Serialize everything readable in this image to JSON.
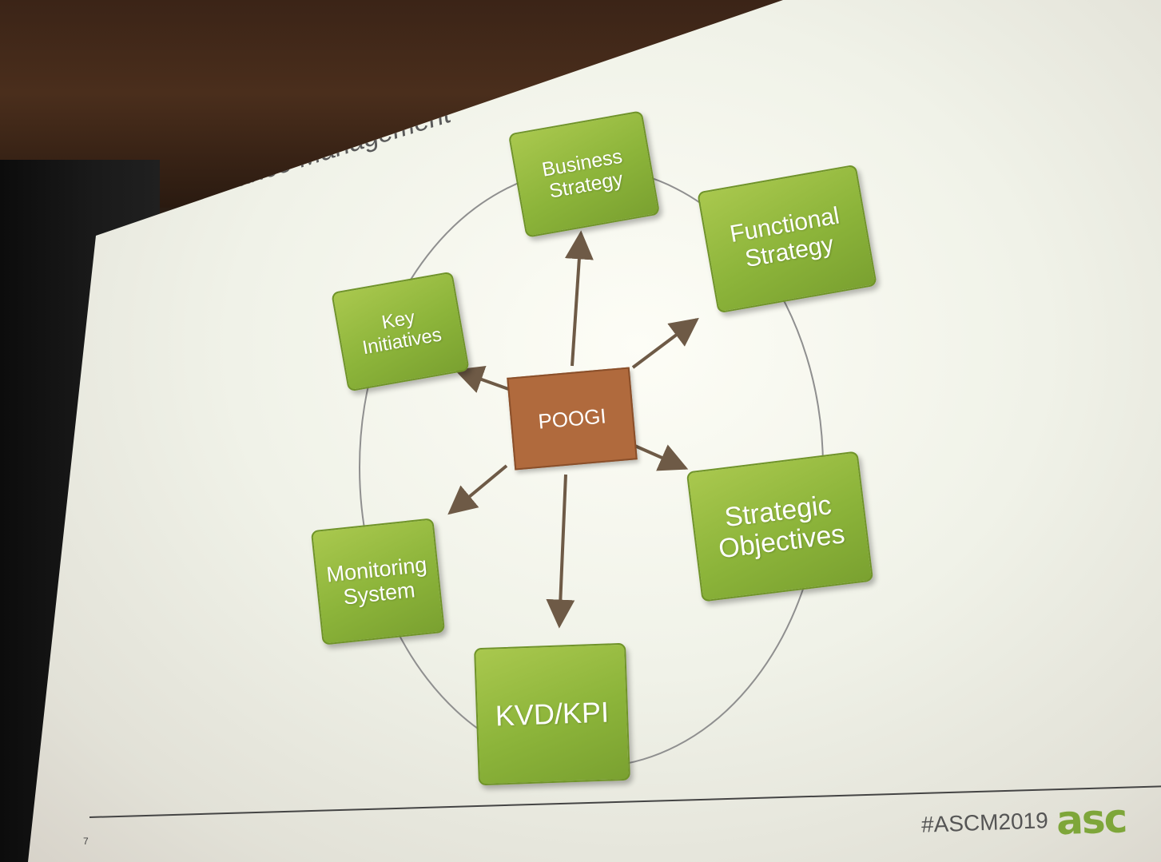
{
  "slide": {
    "title": "Performance Management",
    "page_number": "7",
    "hashtag": "#ASCM2019",
    "logo_text": "asc"
  },
  "diagram": {
    "center": "POOGI",
    "nodes": {
      "business": "Business\nStrategy",
      "functional": "Functional\nStrategy",
      "objectives": "Strategic\nObjectives",
      "kvd": "KVD/KPI",
      "monitoring": "Monitoring\nSystem",
      "initiatives": "Key\nInitiatives"
    }
  },
  "colors": {
    "node_green": "#8cb43a",
    "center_brown": "#b06a3d",
    "arrow": "#6e5a46",
    "ring": "#8f8f8f"
  }
}
